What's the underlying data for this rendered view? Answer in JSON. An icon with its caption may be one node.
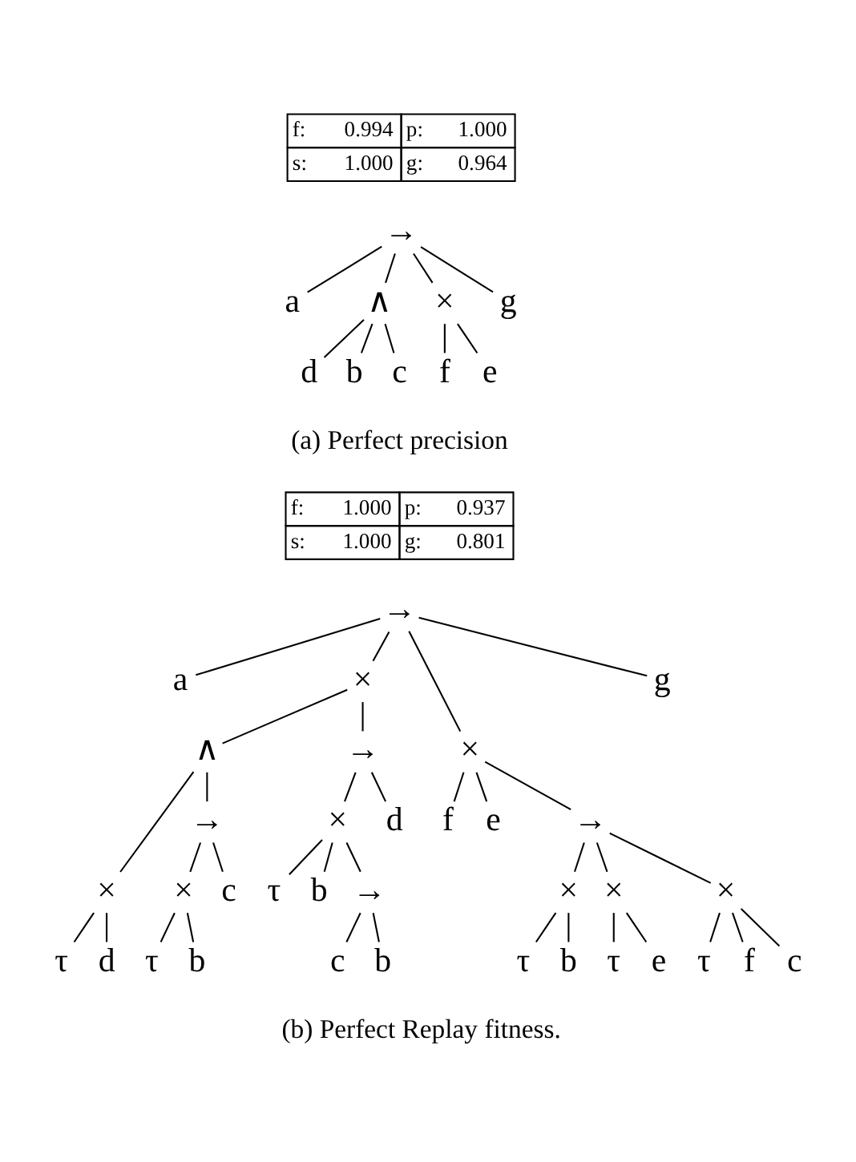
{
  "diagram": {
    "nodes": [
      {
        "text": [
          "f:",
          "0.994",
          "p:",
          "1.000",
          "s:",
          "1.000",
          "g:",
          "0.964"
        ]
      },
      {
        "text": [
          "→"
        ]
      },
      {
        "text": [
          "a"
        ]
      },
      {
        "text": [
          "∧"
        ]
      },
      {
        "text": [
          "×"
        ]
      },
      {
        "text": [
          "g"
        ]
      },
      {
        "text": [
          "d"
        ]
      },
      {
        "text": [
          "b"
        ]
      },
      {
        "text": [
          "c"
        ]
      },
      {
        "text": [
          "f"
        ]
      },
      {
        "text": [
          "e"
        ]
      },
      {
        "text": [
          "f:",
          "1.000",
          "p:",
          "0.937",
          "s:",
          "1.000",
          "g:",
          "0.801"
        ]
      },
      {
        "text": [
          "→"
        ]
      },
      {
        "text": [
          "a"
        ]
      },
      {
        "text": [
          "×"
        ]
      },
      {
        "text": [
          "×"
        ]
      },
      {
        "text": [
          "g"
        ]
      },
      {
        "text": [
          "∧"
        ]
      },
      {
        "text": [
          "→"
        ]
      },
      {
        "text": [
          "f"
        ]
      },
      {
        "text": [
          "e"
        ]
      },
      {
        "text": [
          "→"
        ]
      },
      {
        "text": [
          "×"
        ]
      },
      {
        "text": [
          "→"
        ]
      },
      {
        "text": [
          "×"
        ]
      },
      {
        "text": [
          "d"
        ]
      },
      {
        "text": [
          "×"
        ]
      },
      {
        "text": [
          "×"
        ]
      },
      {
        "text": [
          "×"
        ]
      },
      {
        "text": [
          "τ"
        ]
      },
      {
        "text": [
          "d"
        ]
      },
      {
        "text": [
          "×"
        ]
      },
      {
        "text": [
          "c"
        ]
      },
      {
        "text": [
          "τ"
        ]
      },
      {
        "text": [
          "b"
        ]
      },
      {
        "text": [
          "→"
        ]
      },
      {
        "text": [
          "τ"
        ]
      },
      {
        "text": [
          "b"
        ]
      },
      {
        "text": [
          "τ"
        ]
      },
      {
        "text": [
          "e"
        ]
      },
      {
        "text": [
          "τ"
        ]
      },
      {
        "text": [
          "f"
        ]
      },
      {
        "text": [
          "c"
        ]
      },
      {
        "text": [
          "τ"
        ]
      },
      {
        "text": [
          "b"
        ]
      },
      {
        "text": [
          "c"
        ]
      },
      {
        "text": [
          "b"
        ]
      }
    ],
    "edges": [
      {
        "from": 1,
        "to": 2,
        "arrow": "none"
      },
      {
        "from": 1,
        "to": 3,
        "arrow": "none"
      },
      {
        "from": 1,
        "to": 4,
        "arrow": "none"
      },
      {
        "from": 1,
        "to": 5,
        "arrow": "none"
      },
      {
        "from": 3,
        "to": 6,
        "arrow": "none"
      },
      {
        "from": 3,
        "to": 7,
        "arrow": "none"
      },
      {
        "from": 3,
        "to": 8,
        "arrow": "none"
      },
      {
        "from": 4,
        "to": 9,
        "arrow": "none"
      },
      {
        "from": 4,
        "to": 10,
        "arrow": "none"
      },
      {
        "from": 12,
        "to": 13,
        "arrow": "none"
      },
      {
        "from": 12,
        "to": 14,
        "arrow": "none"
      },
      {
        "from": 12,
        "to": 15,
        "arrow": "none"
      },
      {
        "from": 12,
        "to": 16,
        "arrow": "none"
      },
      {
        "from": 14,
        "to": 17,
        "arrow": "none"
      },
      {
        "from": 14,
        "to": 18,
        "arrow": "none"
      },
      {
        "from": 15,
        "to": 19,
        "arrow": "none"
      },
      {
        "from": 15,
        "to": 20,
        "arrow": "none"
      },
      {
        "from": 15,
        "to": 21,
        "arrow": "none"
      },
      {
        "from": 17,
        "to": 22,
        "arrow": "none"
      },
      {
        "from": 17,
        "to": 23,
        "arrow": "none"
      },
      {
        "from": 18,
        "to": 24,
        "arrow": "none"
      },
      {
        "from": 18,
        "to": 25,
        "arrow": "none"
      },
      {
        "from": 21,
        "to": 26,
        "arrow": "none"
      },
      {
        "from": 21,
        "to": 27,
        "arrow": "none"
      },
      {
        "from": 21,
        "to": 28,
        "arrow": "none"
      },
      {
        "from": 22,
        "to": 29,
        "arrow": "none"
      },
      {
        "from": 22,
        "to": 30,
        "arrow": "none"
      },
      {
        "from": 23,
        "to": 31,
        "arrow": "none"
      },
      {
        "from": 23,
        "to": 32,
        "arrow": "none"
      },
      {
        "from": 24,
        "to": 33,
        "arrow": "none"
      },
      {
        "from": 24,
        "to": 34,
        "arrow": "none"
      },
      {
        "from": 24,
        "to": 35,
        "arrow": "none"
      },
      {
        "from": 26,
        "to": 36,
        "arrow": "none"
      },
      {
        "from": 26,
        "to": 37,
        "arrow": "none"
      },
      {
        "from": 27,
        "to": 38,
        "arrow": "none"
      },
      {
        "from": 27,
        "to": 39,
        "arrow": "none"
      },
      {
        "from": 28,
        "to": 40,
        "arrow": "none"
      },
      {
        "from": 28,
        "to": 41,
        "arrow": "none"
      },
      {
        "from": 28,
        "to": 42,
        "arrow": "none"
      },
      {
        "from": 31,
        "to": 43,
        "arrow": "none"
      },
      {
        "from": 31,
        "to": 44,
        "arrow": "none"
      },
      {
        "from": 35,
        "to": 45,
        "arrow": "none"
      },
      {
        "from": 35,
        "to": 46,
        "arrow": "none"
      }
    ],
    "labels": [
      "(a) Perfect precision",
      "(b) Perfect Replay fitness."
    ]
  }
}
